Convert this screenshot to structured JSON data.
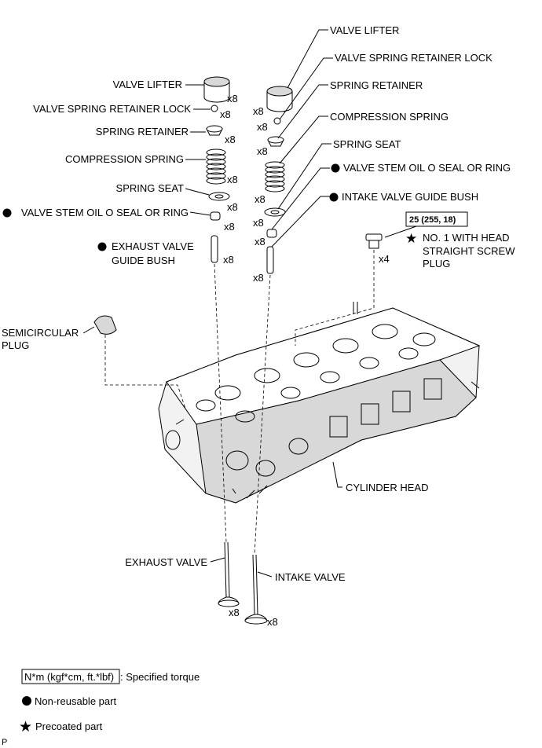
{
  "labels": {
    "valve_lifter": "VALVE LIFTER",
    "valve_spring_retainer_lock": "VALVE SPRING RETAINER LOCK",
    "spring_retainer": "SPRING RETAINER",
    "compression_spring": "COMPRESSION SPRING",
    "spring_seat": "SPRING SEAT",
    "valve_stem_oil_seal": "VALVE STEM OIL O SEAL OR RING",
    "intake_valve_guide_bush": "INTAKE VALVE GUIDE BUSH",
    "exhaust_valve_guide_bush_1": "EXHAUST VALVE",
    "exhaust_valve_guide_bush_2": "GUIDE BUSH",
    "plug_line1": "NO. 1 WITH HEAD",
    "plug_line2": "STRAIGHT SCREW",
    "plug_line3": "PLUG",
    "semicircular_1": "SEMICIRCULAR",
    "semicircular_2": "PLUG",
    "cylinder_head": "CYLINDER HEAD",
    "exhaust_valve": "EXHAUST VALVE",
    "intake_valve": "INTAKE VALVE"
  },
  "quantities": {
    "x8": "x8",
    "x4": "x4"
  },
  "torque": {
    "value": "25 (255, 18)"
  },
  "legend": {
    "torque_box": "N*m (kgf*cm, ft.*lbf)",
    "torque_text": ": Specified torque",
    "nonreusable": "Non-reusable part",
    "precoated": "Precoated part"
  },
  "corner_mark": "P"
}
